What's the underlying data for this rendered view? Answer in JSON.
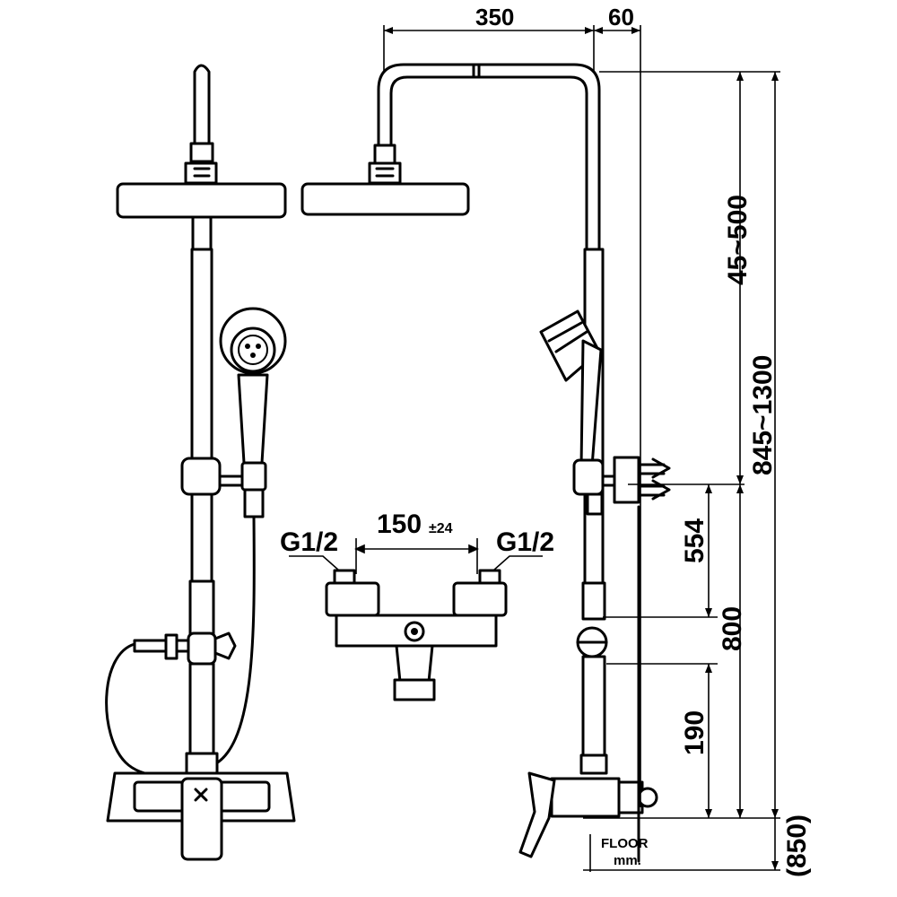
{
  "dimensions": {
    "arm_length": "350",
    "arm_offset": "60",
    "head_adjust": "45~500",
    "total_height": "845~1300",
    "holder_to_mixer": "554",
    "mixer_to_floor_range": "800",
    "mixer_height": "190",
    "mixer_floor_height": "(850)",
    "inlet_spacing": "150",
    "inlet_tolerance": "±24",
    "inlet_left": "G1/2",
    "inlet_right": "G1/2"
  },
  "labels": {
    "floor": "FLOOR",
    "unit": "mm."
  }
}
